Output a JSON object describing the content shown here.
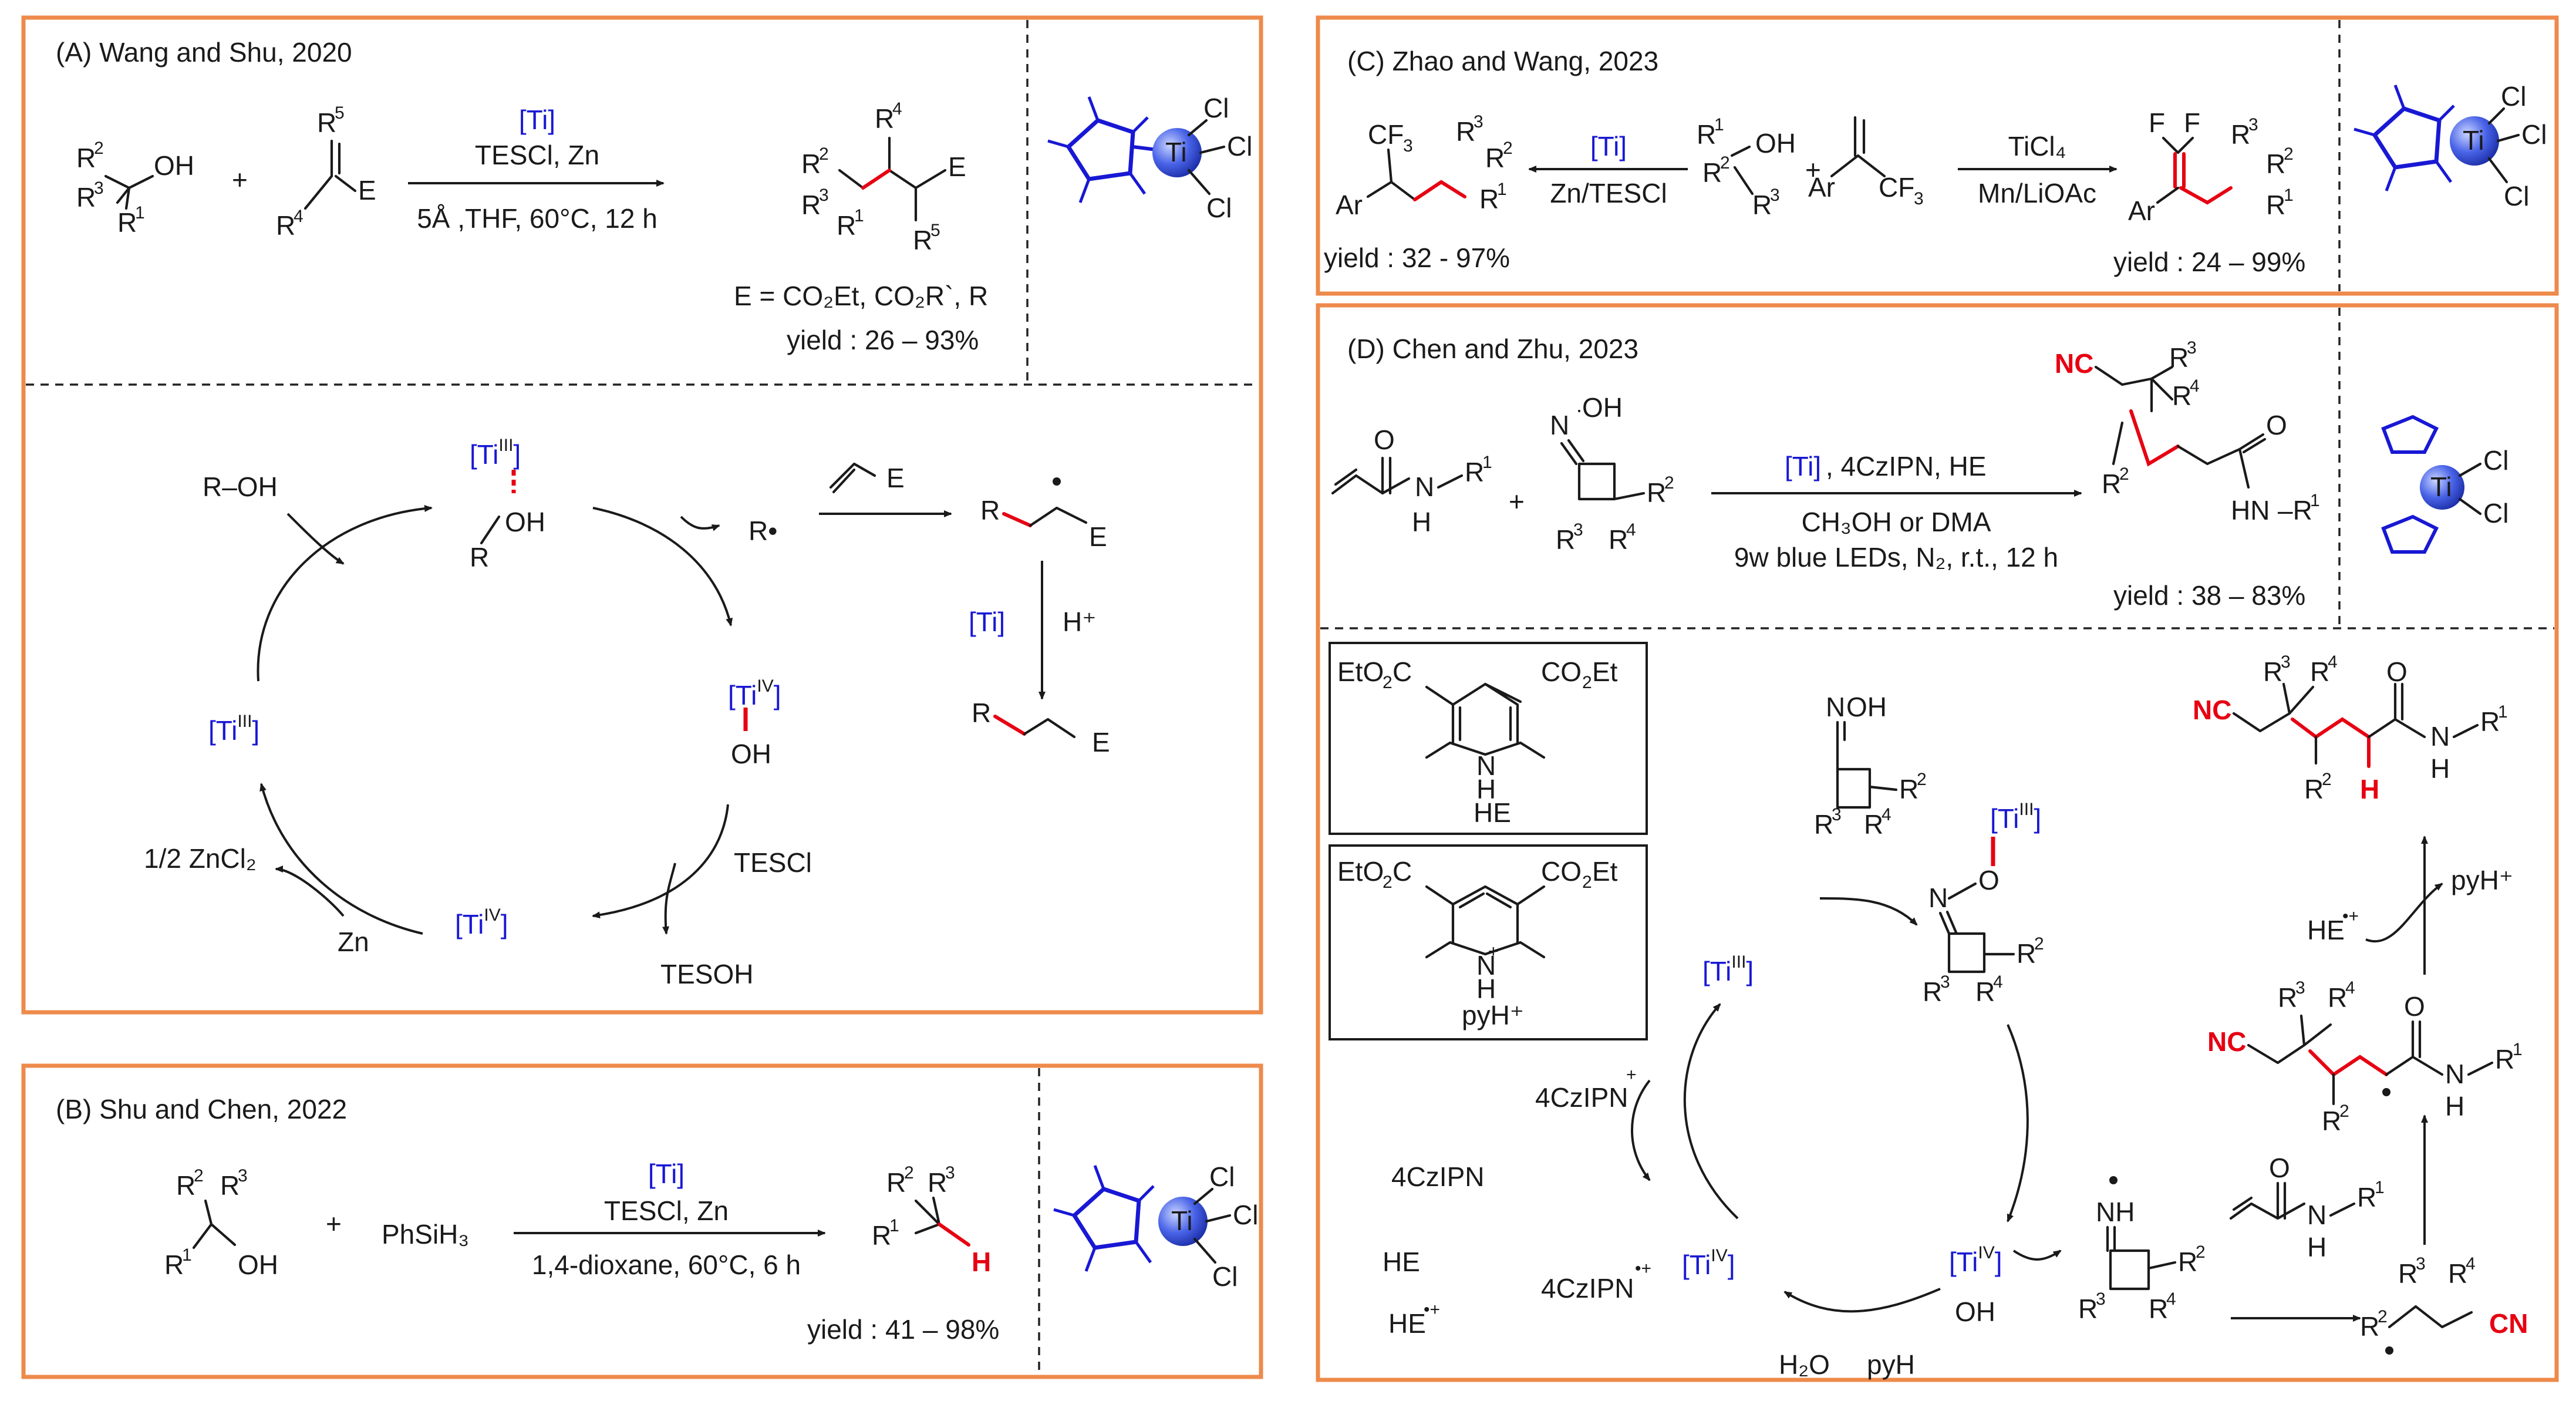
{
  "panels": {
    "A": {
      "title": "(A)  Wang and Shu, 2020",
      "reagent_ti": "[Ti]",
      "reagent_line1": "TESCl, Zn",
      "conditions": "5Å ,THF, 60°C, 12 h",
      "e_def": "E = CO₂Et, CO₂R`, R",
      "yield": "yield : 26 – 93%",
      "cycle": {
        "r_oh": "R–OH",
        "ti3_top": "[TiIII]",
        "r_dot": "R•",
        "ti4_right": "[TiIV]",
        "ti3_left": "[TiIII]",
        "ti4_bottom": "[TiIV]",
        "zncl2": "1/2 ZnCl₂",
        "zn": "Zn",
        "tescl": "TESCl",
        "tesoh": "TESOH",
        "ti_h": "[Ti]",
        "h_plus": "H⁺",
        "oh": "OH",
        "e": "E",
        "r": "R"
      }
    },
    "B": {
      "title": "(B)  Shu and Chen, 2022",
      "silane": "PhSiH₃",
      "reagent_ti": "[Ti]",
      "reagent_line1": "TESCl, Zn",
      "conditions": "1,4-dioxane, 60°C, 6 h",
      "yield": "yield : 41 – 98%"
    },
    "C": {
      "title": "(C)  Zhao and Wang, 2023",
      "left_ti": "[Ti]",
      "left_cond": "Zn/TESCl",
      "right_reagent": "TiCl₄",
      "right_cond": "Mn/LiOAc",
      "yield_left": "yield : 32 - 97%",
      "yield_right": "yield : 24 – 99%"
    },
    "D": {
      "title": "(D)  Chen and Zhu, 2023",
      "reagent_ti": "[Ti]",
      "reagent_rest": ", 4CzIPN, HE",
      "cond1": "CH₃OH or DMA",
      "cond2": "9w blue LEDs, N₂, r.t., 12 h",
      "yield": "yield : 38 – 83%",
      "he_label": "HE",
      "pyh_label": "pyH⁺",
      "cycle": {
        "ti3_a": "[TiIII]",
        "ti3_b": "[TiIII]",
        "ti4": "[TiIV]",
        "ti4_b": "[TiIV]",
        "czipn_plus": "4CzIPN",
        "czipn": "4CzIPN",
        "czipn_rad": "4CzIPN",
        "he": "HE",
        "he_rad": "HE",
        "h2o": "H₂O",
        "pyh": "pyH",
        "pyh_plus": "pyH⁺",
        "he_rad2": "HE"
      }
    }
  },
  "colors": {
    "border": "#ee8a4b",
    "ti_blue": "#1818d4",
    "highlight_red": "#e60012",
    "sphere": "#4a64e8"
  },
  "icons": [
    "titanocene-complex-icon",
    "cp-titanium-trichloride-icon"
  ]
}
